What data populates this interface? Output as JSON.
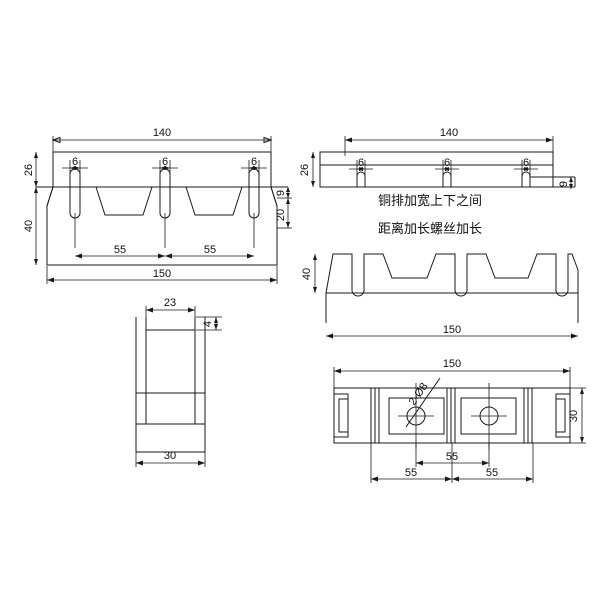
{
  "drawing": {
    "title": "Busbar support bracket technical drawing",
    "background_color": "#ffffff",
    "line_color": "#1a1a1a",
    "notes": [
      {
        "id": "note-line-1",
        "text": "铜排加宽上下之间"
      },
      {
        "id": "note-line-2",
        "text": "距离加长螺丝加长"
      }
    ],
    "views": {
      "front_left": {
        "name": "front-elevation-view",
        "dimensions": {
          "overall_top_width": "140",
          "overall_bottom_width": "150",
          "upper_height": "26",
          "lower_height": "40",
          "slot_width_1": "6",
          "slot_width_2": "6",
          "slot_width_3": "6",
          "pitch_left": "55",
          "pitch_right": "55",
          "right_upper": "9",
          "right_lower": "20"
        }
      },
      "front_right": {
        "name": "rear-elevation-view",
        "dimensions": {
          "overall_top_width": "140",
          "upper_height": "26",
          "slot_width_1": "6",
          "slot_width_2": "6",
          "slot_width_3": "6",
          "right_depth": "9"
        }
      },
      "profile_right": {
        "name": "section-profile-view",
        "dimensions": {
          "height": "40",
          "width": "150"
        }
      },
      "side_left": {
        "name": "side-elevation-view",
        "dimensions": {
          "inner_width": "23",
          "flange_thickness": "4",
          "overall_width": "30"
        }
      },
      "plan_right": {
        "name": "plan-top-view",
        "dimensions": {
          "overall_length": "150",
          "overall_depth": "30",
          "hole_callout": "2-Ø8",
          "center_pitch": "55",
          "left_pitch": "55",
          "right_pitch": "55"
        }
      }
    }
  }
}
